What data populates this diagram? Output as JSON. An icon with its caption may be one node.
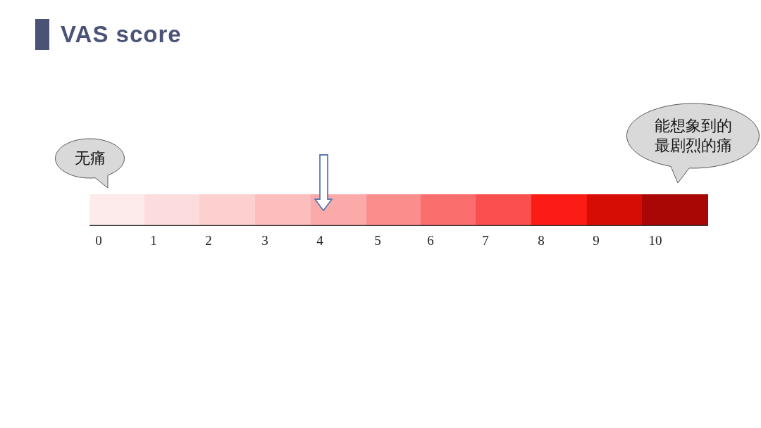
{
  "diagram": {
    "title": "VAS score",
    "nodes": [
      {
        "text": [
          "无痛"
        ]
      },
      {
        "text": [
          "能想象到的最剧烈的痛"
        ]
      }
    ],
    "labels": [
      "0",
      "1",
      "2",
      "3",
      "4",
      "5",
      "6",
      "7",
      "8",
      "9",
      "10"
    ]
  }
}
